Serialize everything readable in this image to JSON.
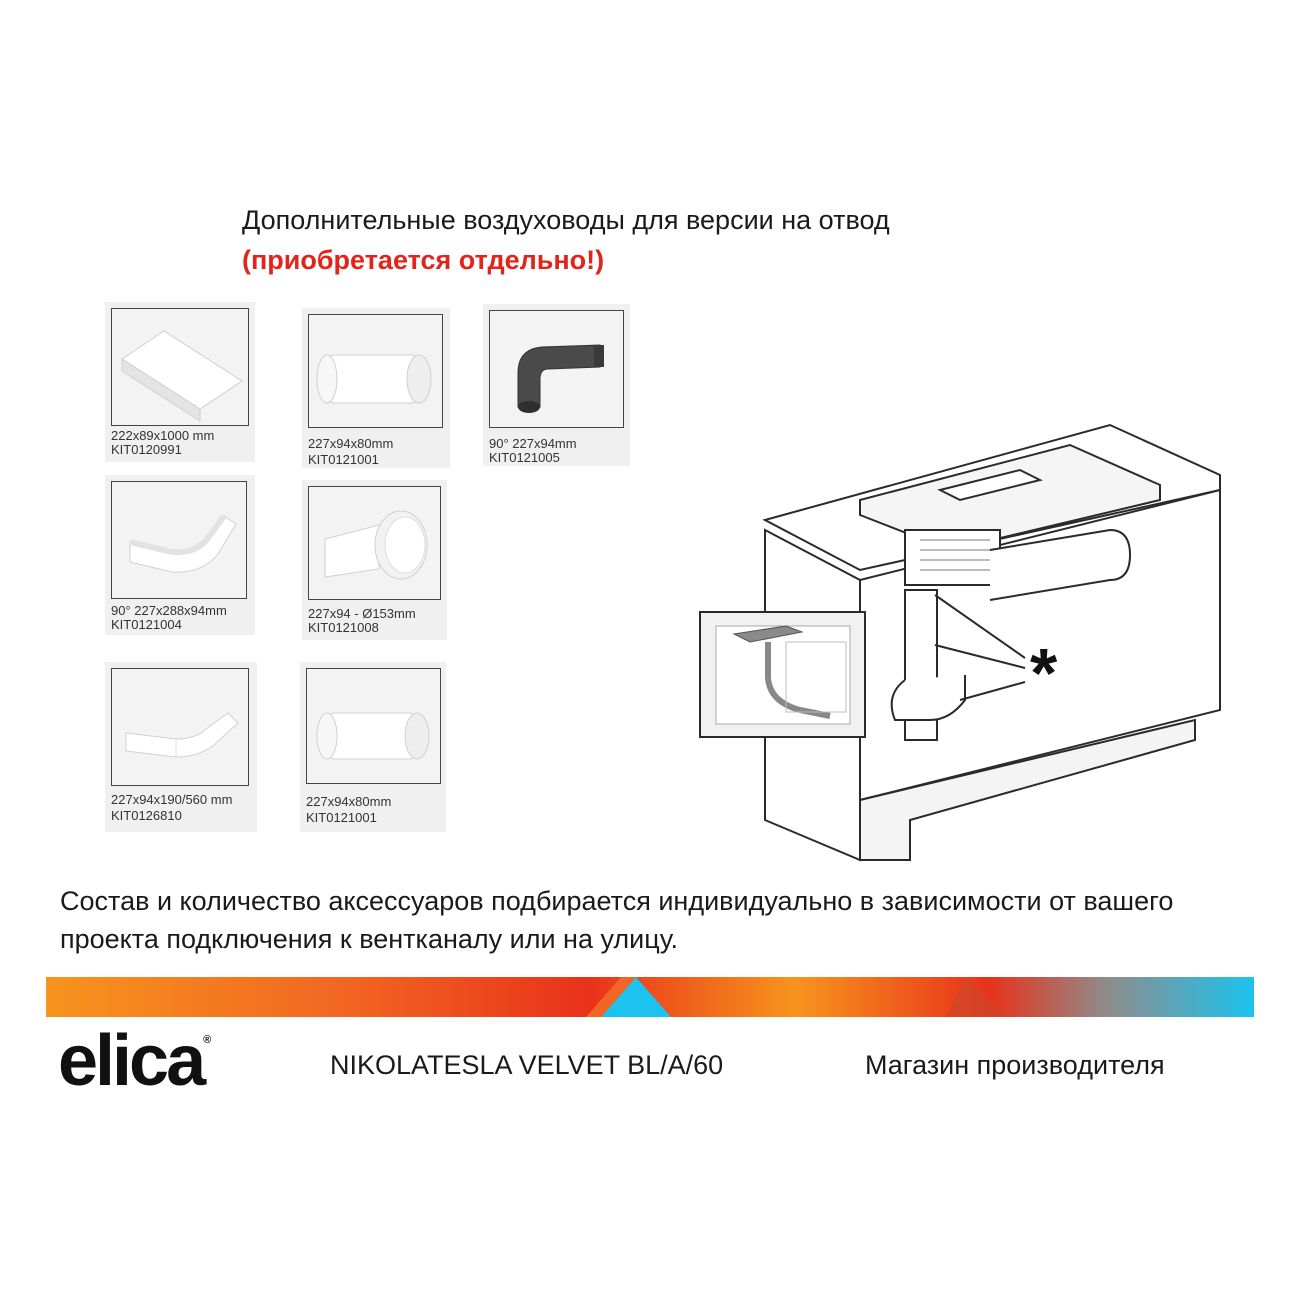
{
  "header": {
    "title": "Дополнительные воздуховоды для версии на отвод",
    "subtitle": "(приобретается отдельно!)"
  },
  "accessories": [
    {
      "dims": "222x89x1000 mm",
      "code": "KIT0120991",
      "icon": "straight-flat-duct-icon"
    },
    {
      "dims": "227x94x80mm",
      "code": "KIT0121001",
      "icon": "flat-duct-connector-icon"
    },
    {
      "dims": "90° 227x94mm",
      "code": "KIT0121005",
      "icon": "vertical-bend-icon"
    },
    {
      "dims": "90° 227x288x94mm",
      "code": "KIT0121004",
      "icon": "horizontal-bend-icon"
    },
    {
      "dims": "227x94 - Ø153mm",
      "code": "KIT0121008",
      "icon": "flat-to-round-adapter-icon"
    },
    {
      "dims": "227x94x190/560 mm",
      "code": "KIT0126810",
      "icon": "extension-bend-icon"
    },
    {
      "dims": "227x94x80mm",
      "code": "KIT0121001",
      "icon": "flat-duct-connector-icon"
    }
  ],
  "diagram": {
    "marker": "*",
    "icon": "kitchen-island-installation-icon"
  },
  "note": "Состав и количество аксессуаров подбирается индивидуально в зависимости от вашего проекта подключения к вентканалу или на улицу.",
  "footer": {
    "brand": "elica",
    "brand_mark": "®",
    "model": "NIKOLATESLA VELVET BL/A/60",
    "shop": "Магазин производителя"
  },
  "colors": {
    "accent_red": "#e3241b",
    "band_orange": "#f7941d",
    "band_red": "#e8321a",
    "band_blue": "#1cc3ee"
  }
}
